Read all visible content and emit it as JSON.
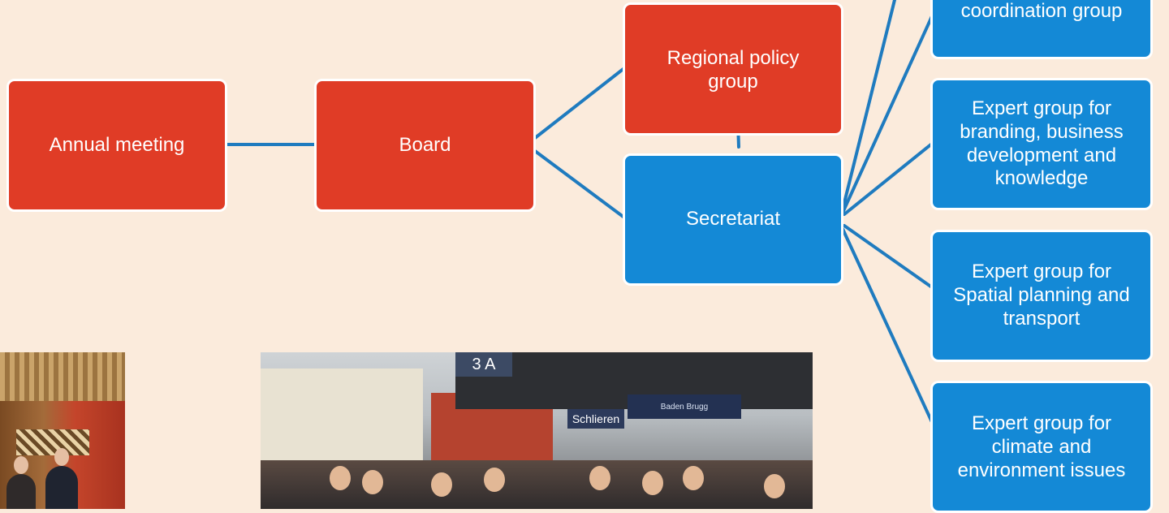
{
  "diagram": {
    "nodes": {
      "annual_meeting": "Annual meeting",
      "board": "Board",
      "regional_policy_group": [
        "Regional policy",
        "group"
      ],
      "secretariat": "Secretariat",
      "coordination_group": [
        "coordination group"
      ],
      "expert_branding": [
        "Expert group for",
        "branding, business",
        "development and",
        "knowledge"
      ],
      "expert_spatial": [
        "Expert group for",
        "Spatial planning and",
        "transport"
      ],
      "expert_climate": [
        "Expert group for",
        "climate and",
        "environment issues"
      ]
    },
    "colors": {
      "background": "#fbebdc",
      "governance_box": "#e03c26",
      "operational_box": "#1489d6",
      "connector": "#1f7bbf"
    }
  },
  "photos": {
    "station": {
      "platform_sign": "3 A",
      "station_sign": "Schlieren",
      "departure_board": "Baden Brugg"
    }
  }
}
